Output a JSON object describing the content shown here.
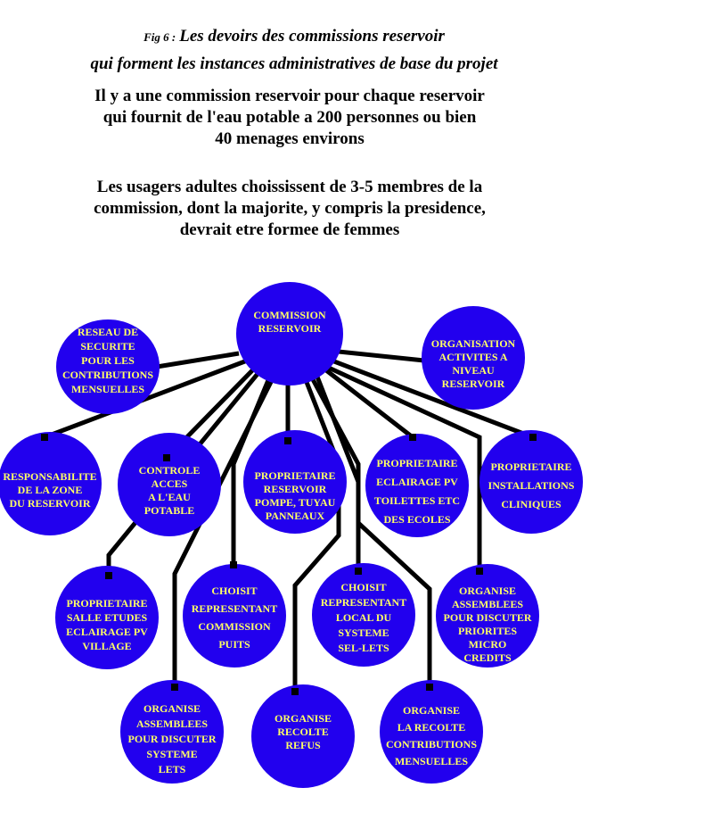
{
  "title": {
    "fig_label": "Fig 6 :",
    "line1": "Les devoirs des commissions reservoir",
    "line2": "qui forment les instances administratives de base du projet"
  },
  "intro": {
    "para1": [
      "Il y a une commission reservoir pour chaque reservoir",
      "qui fournit de l'eau potable a 200 personnes ou bien",
      "40 menages environs"
    ],
    "para2": [
      "Les usagers adultes choississent de 3-5 membres de la",
      "commission, dont la majorite, y compris la presidence,",
      "devrait etre formee de femmes"
    ]
  },
  "colors": {
    "node_fill": "#2200ee",
    "node_text": "#ffff66",
    "connector": "#000000"
  },
  "diagram": {
    "center": {
      "id": "commission",
      "lines": [
        "COMMISSION",
        "RESERVOIR"
      ]
    },
    "nodes": [
      {
        "id": "reseau-securite",
        "lines": [
          "RESEAU DE",
          "SECURITE",
          "POUR LES",
          "CONTRIBUTIONS",
          "MENSUELLES"
        ]
      },
      {
        "id": "organisation-activites",
        "lines": [
          "ORGANISATION",
          "ACTIVITES A",
          "NIVEAU",
          "RESERVOIR"
        ]
      },
      {
        "id": "responsabilite-zone",
        "lines": [
          "RESPONSABILITE",
          "DE LA ZONE",
          "DU RESERVOIR"
        ]
      },
      {
        "id": "controle-acces",
        "lines": [
          "CONTROLE",
          "ACCES",
          "A L'EAU",
          "POTABLE"
        ]
      },
      {
        "id": "proprietaire-reservoir",
        "lines": [
          "PROPRIETAIRE",
          "RESERVOIR",
          "POMPE, TUYAU",
          "PANNEAUX"
        ]
      },
      {
        "id": "proprietaire-eclairage",
        "lines": [
          "PROPRIETAIRE",
          "ECLAIRAGE PV",
          "TOILETTES ETC",
          "DES ECOLES"
        ]
      },
      {
        "id": "proprietaire-installations",
        "lines": [
          "PROPRIETAIRE",
          "INSTALLATIONS",
          "CLINIQUES"
        ]
      },
      {
        "id": "proprietaire-salle",
        "lines": [
          "PROPRIETAIRE",
          "SALLE  ETUDES",
          "ECLAIRAGE PV",
          "VILLAGE"
        ]
      },
      {
        "id": "choisit-puits",
        "lines": [
          "CHOISIT",
          "REPRESENTANT",
          "COMMISSION",
          "PUITS"
        ]
      },
      {
        "id": "choisit-sel-lets",
        "lines": [
          "CHOISIT",
          "REPRESENTANT",
          "LOCAL DU",
          "SYSTEME",
          "SEL-LETS"
        ]
      },
      {
        "id": "organise-microcredits",
        "lines": [
          "ORGANISE",
          "ASSEMBLEES",
          "POUR DISCUTER",
          "PRIORITES",
          "MICRO",
          "CREDITS"
        ]
      },
      {
        "id": "organise-lets",
        "lines": [
          "ORGANISE",
          "ASSEMBLEES",
          "POUR DISCUTER",
          "SYSTEME",
          "LETS"
        ]
      },
      {
        "id": "organise-refus",
        "lines": [
          "ORGANISE",
          "RECOLTE",
          "REFUS"
        ]
      },
      {
        "id": "organise-contributions",
        "lines": [
          "ORGANISE",
          "LA RECOLTE",
          "CONTRIBUTIONS",
          "MENSUELLES"
        ]
      }
    ]
  }
}
